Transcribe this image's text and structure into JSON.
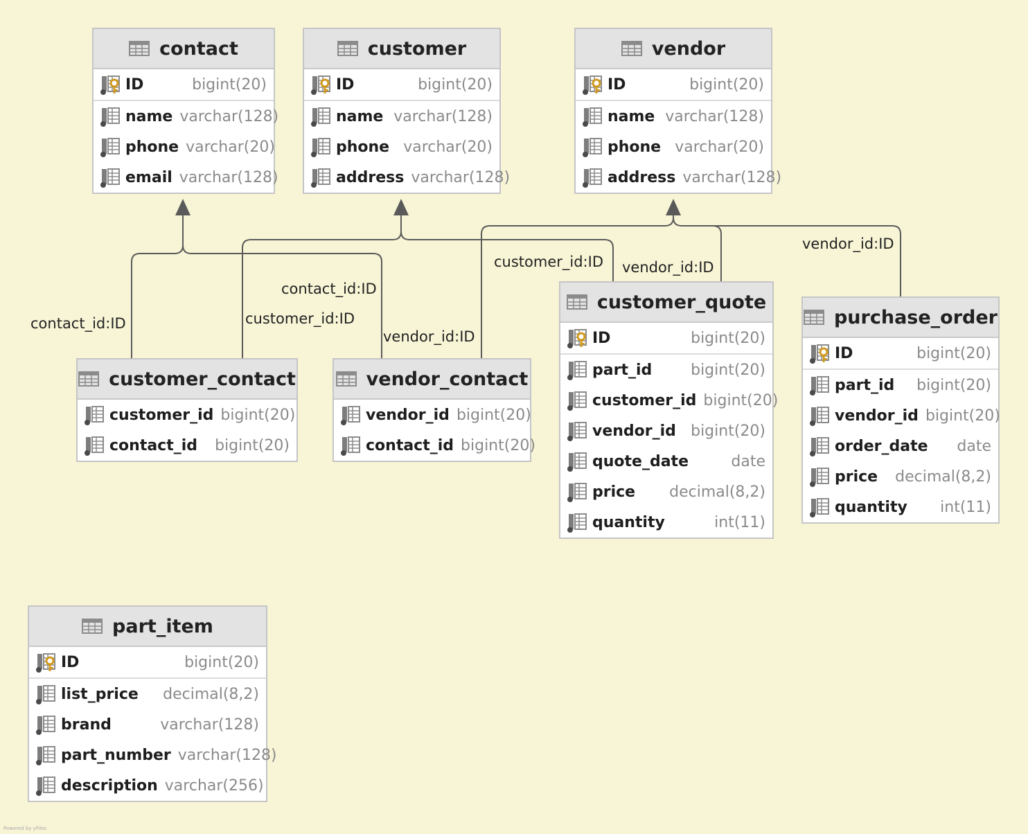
{
  "entities": {
    "contact": {
      "name": "contact",
      "columns": [
        {
          "name": "ID",
          "type": "bigint(20)",
          "pk": true
        },
        {
          "name": "name",
          "type": "varchar(128)"
        },
        {
          "name": "phone",
          "type": "varchar(20)"
        },
        {
          "name": "email",
          "type": "varchar(128)"
        }
      ]
    },
    "customer": {
      "name": "customer",
      "columns": [
        {
          "name": "ID",
          "type": "bigint(20)",
          "pk": true
        },
        {
          "name": "name",
          "type": "varchar(128)"
        },
        {
          "name": "phone",
          "type": "varchar(20)"
        },
        {
          "name": "address",
          "type": "varchar(128)"
        }
      ]
    },
    "vendor": {
      "name": "vendor",
      "columns": [
        {
          "name": "ID",
          "type": "bigint(20)",
          "pk": true
        },
        {
          "name": "name",
          "type": "varchar(128)"
        },
        {
          "name": "phone",
          "type": "varchar(20)"
        },
        {
          "name": "address",
          "type": "varchar(128)"
        }
      ]
    },
    "customer_contact": {
      "name": "customer_contact",
      "columns": [
        {
          "name": "customer_id",
          "type": "bigint(20)"
        },
        {
          "name": "contact_id",
          "type": "bigint(20)"
        }
      ]
    },
    "vendor_contact": {
      "name": "vendor_contact",
      "columns": [
        {
          "name": "vendor_id",
          "type": "bigint(20)"
        },
        {
          "name": "contact_id",
          "type": "bigint(20)"
        }
      ]
    },
    "customer_quote": {
      "name": "customer_quote",
      "columns": [
        {
          "name": "ID",
          "type": "bigint(20)",
          "pk": true
        },
        {
          "name": "part_id",
          "type": "bigint(20)"
        },
        {
          "name": "customer_id",
          "type": "bigint(20)"
        },
        {
          "name": "vendor_id",
          "type": "bigint(20)"
        },
        {
          "name": "quote_date",
          "type": "date",
          "nullable": true
        },
        {
          "name": "price",
          "type": "decimal(8,2)"
        },
        {
          "name": "quantity",
          "type": "int(11)",
          "nullable": true
        }
      ]
    },
    "purchase_order": {
      "name": "purchase_order",
      "columns": [
        {
          "name": "ID",
          "type": "bigint(20)",
          "pk": true
        },
        {
          "name": "part_id",
          "type": "bigint(20)"
        },
        {
          "name": "vendor_id",
          "type": "bigint(20)"
        },
        {
          "name": "order_date",
          "type": "date",
          "nullable": true
        },
        {
          "name": "price",
          "type": "decimal(8,2)"
        },
        {
          "name": "quantity",
          "type": "int(11)",
          "nullable": true
        }
      ]
    },
    "part_item": {
      "name": "part_item",
      "columns": [
        {
          "name": "ID",
          "type": "bigint(20)",
          "pk": true
        },
        {
          "name": "list_price",
          "type": "decimal(8,2)"
        },
        {
          "name": "brand",
          "type": "varchar(128)"
        },
        {
          "name": "part_number",
          "type": "varchar(128)"
        },
        {
          "name": "description",
          "type": "varchar(256)"
        }
      ]
    }
  },
  "relations": [
    {
      "from": "customer_contact",
      "to": "contact",
      "label": "contact_id:ID"
    },
    {
      "from": "vendor_contact",
      "to": "contact",
      "label": "contact_id:ID"
    },
    {
      "from": "customer_contact",
      "to": "customer",
      "label": "customer_id:ID"
    },
    {
      "from": "customer_quote",
      "to": "customer",
      "label": "customer_id:ID"
    },
    {
      "from": "vendor_contact",
      "to": "vendor",
      "label": "vendor_id:ID"
    },
    {
      "from": "customer_quote",
      "to": "vendor",
      "label": "vendor_id:ID"
    },
    {
      "from": "purchase_order",
      "to": "vendor",
      "label": "vendor_id:ID"
    }
  ],
  "credit": "Powered by yFiles",
  "icons": {
    "table": "table-icon",
    "primary_key": "primary-key-icon",
    "column": "column-icon"
  },
  "colors": {
    "background": "#f8f5d6",
    "header": "#e3e3e3",
    "border": "#c5c5c5",
    "edge": "#5a5a5a",
    "key": "#d19a1e"
  }
}
